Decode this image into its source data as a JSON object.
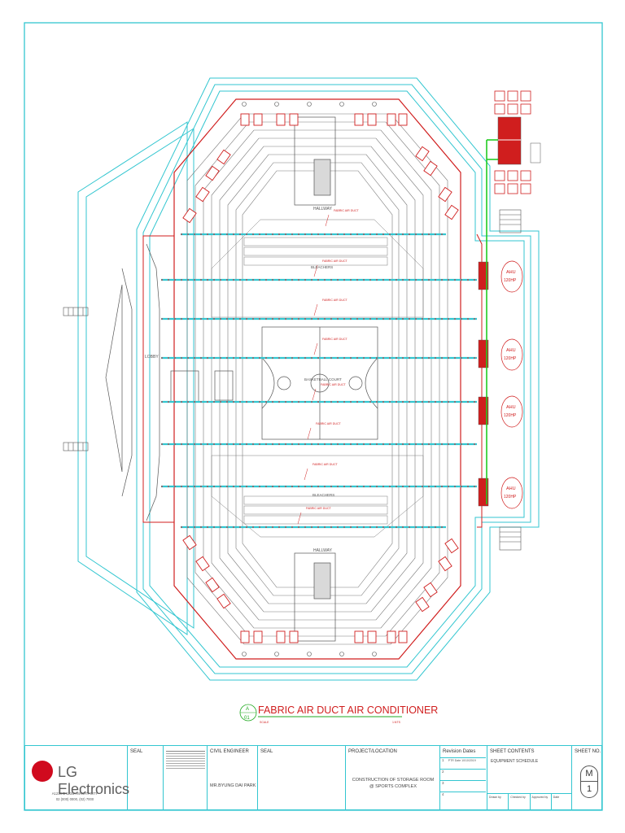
{
  "drawing": {
    "title": "FABRIC AIR DUCT AIR CONDITIONER",
    "scale_left": "SCALE",
    "scale_right": "1:NTS",
    "detail_letter": "A",
    "detail_number": "01",
    "labels": {
      "hallway": "HALLWAY",
      "lobby": "LOBBY",
      "basketball": "BASKETBALL COURT",
      "bleachers": "BLEACHERS",
      "fabric_duct": "FABRIC AIR DUCT"
    },
    "ahu_label": "AHU",
    "ahu_capacity": "120HP",
    "ahu_count": 4,
    "duct_rows": 8
  },
  "title_block": {
    "company": "LG Electronics",
    "address_line1": "A1234-B 1234A MAKATI CITY",
    "address_line2": "02 (000) 0000, (02) 7000",
    "seal": "SEAL",
    "civil_engineer_label": "CIVIL ENGINEER",
    "civil_engineer_name": "MR.BYUNG DAI PARK",
    "seal2": "SEAL",
    "project_label": "PROJECT/LOCATION",
    "project_line1": "CONSTRUCTION OF STORAGE ROOM",
    "project_line2": "@ SPORTS COMPLEX",
    "revision_label": "Revision Dates",
    "revision_1": "PTR Date 10/10/2019",
    "revision_numbers": [
      "1",
      "2",
      "3",
      "4"
    ],
    "sheet_contents_label": "SHEET CONTENTS",
    "sheet_contents": "EQUIPMENT SCHEDULE",
    "sheet_no_label": "SHEET NO.",
    "sheet_letter": "M",
    "sheet_number": "1",
    "footer_cells": [
      "Drawn by",
      "Checked by",
      "Approved by",
      "Date"
    ]
  },
  "colors": {
    "cyan": "#33c6d0",
    "red": "#d01e1e",
    "green": "#22cc22",
    "gray": "#7a7a7a"
  }
}
